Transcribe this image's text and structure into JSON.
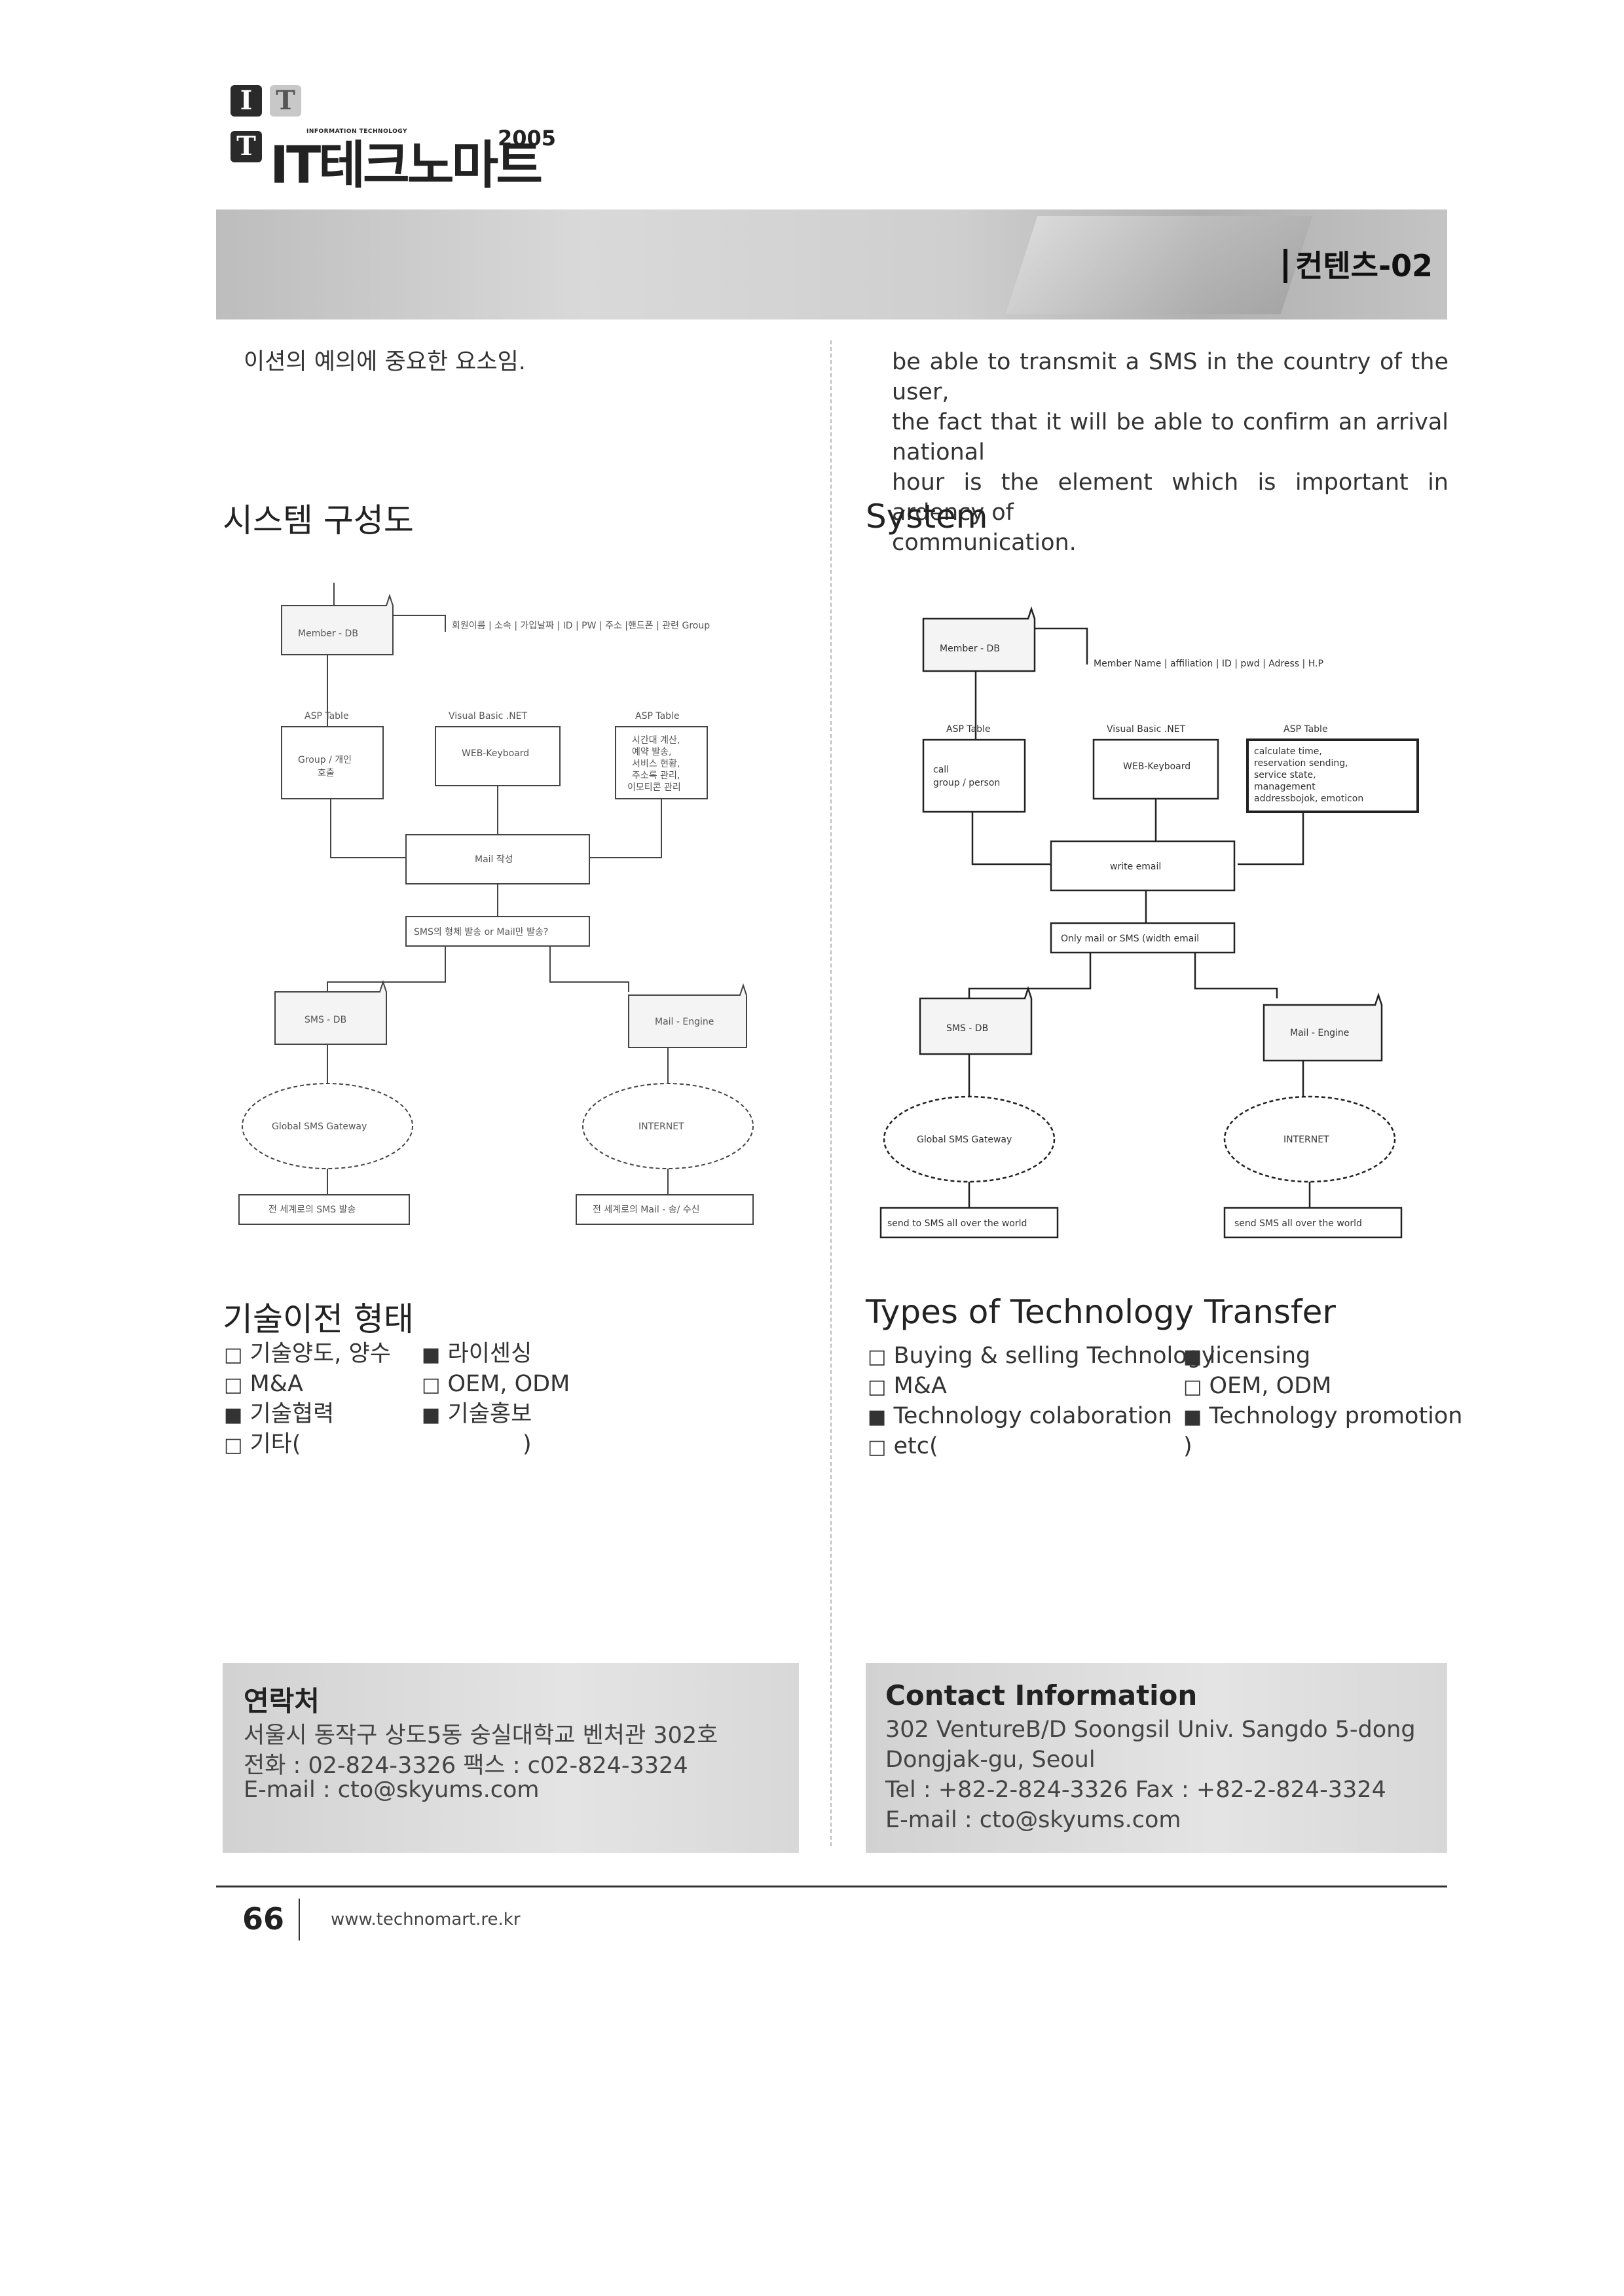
{
  "header": {
    "logo_letters": [
      "I",
      "T",
      "T"
    ],
    "logo_small": "INFORMATION TECHNOLOGY",
    "logo_title": "IT테크노마트",
    "logo_year": "2005",
    "section_label": "컨텐츠-02"
  },
  "left": {
    "intro": "이션의 예의에 중요한 요소임.",
    "system_heading": "시스템 구성도",
    "transfer_heading": "기술이전 형태",
    "transfer_items": [
      {
        "mark": "□",
        "text": "기술양도, 양수"
      },
      {
        "mark": "■",
        "text": "라이센싱"
      },
      {
        "mark": "□",
        "text": "M&A"
      },
      {
        "mark": "□",
        "text": "OEM, ODM"
      },
      {
        "mark": "■",
        "text": "기술협력"
      },
      {
        "mark": "■",
        "text": "기술홍보"
      },
      {
        "mark": "□",
        "text": "기타("
      },
      {
        "mark": "",
        "text": ")"
      }
    ],
    "contact": {
      "title": "연락처",
      "lines": [
        "서울시 동작구 상도5동 숭실대학교 벤처관 302호",
        "전화 : 02-824-3326   팩스 : c02-824-3324",
        "E-mail : cto@skyums.com"
      ]
    },
    "diagram": {
      "member_db": "Member - DB",
      "member_fields": "회원이름 | 소속 | 가입날짜 | ID | PW | 주소 |핸드폰 | 관련 Group",
      "asp_table_1": "ASP Table",
      "visual_basic": "Visual Basic .NET",
      "asp_table_2": "ASP Table",
      "group": [
        "Group / 개인",
        "호출"
      ],
      "web_keyboard": "WEB-Keyboard",
      "services": [
        "시간대 계산,",
        "예약 발송,",
        "서비스 현황,",
        "주소록 관리,",
        "이모티콘 관리"
      ],
      "mail_write": "Mail 작성",
      "choice": "SMS의 형체 발송 or Mail만 발송?",
      "sms_db": "SMS - DB",
      "mail_engine": "Mail - Engine",
      "gateway": "Global SMS Gateway",
      "internet": "INTERNET",
      "out_sms": "전 세계로의 SMS 발송",
      "out_mail": "전 세계로의 Mail - 송/ 수신"
    }
  },
  "right": {
    "intro": [
      "be able to transmit a SMS in the country of the user,",
      "the fact that it will be able to confirm an arrival national",
      "hour is the element which is important in ardency of",
      "communication."
    ],
    "system_heading": "System",
    "transfer_heading": "Types of Technology Transfer",
    "transfer_items": [
      {
        "mark": "□",
        "text": "Buying & selling Technology"
      },
      {
        "mark": "■",
        "text": "licensing"
      },
      {
        "mark": "□",
        "text": "M&A"
      },
      {
        "mark": "□",
        "text": "OEM, ODM"
      },
      {
        "mark": "■",
        "text": "Technology colaboration"
      },
      {
        "mark": "■",
        "text": "Technology promotion"
      },
      {
        "mark": "□",
        "text": "etc("
      },
      {
        "mark": "",
        "text": ")"
      }
    ],
    "contact": {
      "title": "Contact Information",
      "lines": [
        "302 VentureB/D Soongsil Univ. Sangdo 5-dong",
        "Dongjak-gu, Seoul",
        "Tel : +82-2-824-3326   Fax : +82-2-824-3324",
        "E-mail : cto@skyums.com"
      ]
    },
    "diagram": {
      "member_db": "Member - DB",
      "member_fields": "Member Name | affiliation | ID | pwd | Adress | H.P",
      "asp_table_1": "ASP Table",
      "visual_basic": "Visual Basic .NET",
      "asp_table_2": "ASP Table",
      "group": [
        "call",
        "group / person"
      ],
      "web_keyboard": "WEB-Keyboard",
      "services": [
        "calculate time,",
        "reservation sending,",
        "service state,",
        "management",
        "addressbojok, emoticon"
      ],
      "mail_write": "write email",
      "choice": "Only mail or SMS (width email",
      "sms_db": "SMS - DB",
      "mail_engine": "Mail - Engine",
      "gateway": "Global SMS Gateway",
      "internet": "INTERNET",
      "out_sms": "send to SMS all over the world",
      "out_mail": "send SMS all over the world"
    }
  },
  "footer": {
    "page_number": "66",
    "url": "www.technomart.re.kr"
  }
}
